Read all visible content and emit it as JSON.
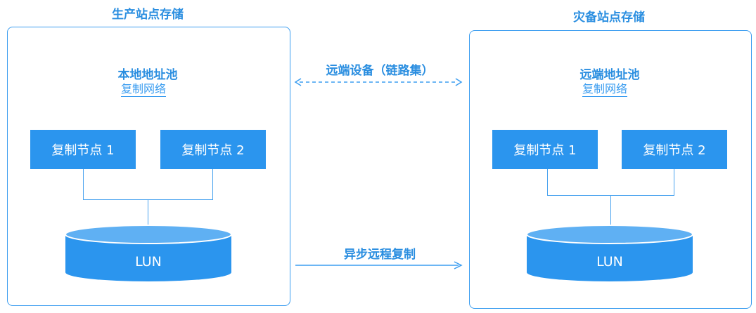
{
  "colors": {
    "accent": "#2b95ee",
    "border": "#3b9df0",
    "text_blue": "#2a8ee0",
    "lun_top": "#5fb0f3",
    "lun_body": "#2b95ee"
  },
  "production": {
    "title": "生产站点存储",
    "pool_title": "本地地址池",
    "pool_network": "复制网络",
    "node1": "复制节点 1",
    "node2": "复制节点 2",
    "lun": "LUN"
  },
  "dr": {
    "title": "灾备站点存储",
    "pool_title": "远端地址池",
    "pool_network": "复制网络",
    "node1": "复制节点 1",
    "node2": "复制节点 2",
    "lun": "LUN"
  },
  "links": {
    "remote_device": "远端设备（链路集）",
    "async_replication": "异步远程复制"
  }
}
